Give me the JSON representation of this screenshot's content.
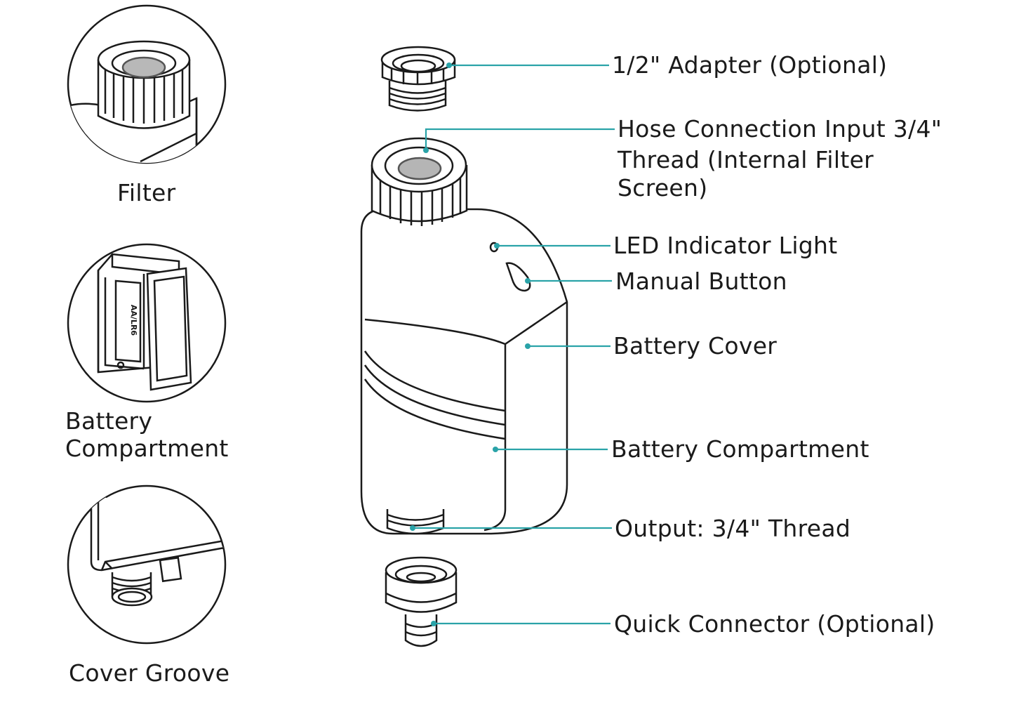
{
  "accent_color": "#2aa3a8",
  "line_color": "#1a1a1a",
  "insets": [
    {
      "caption_lines": [
        "Filter"
      ],
      "icon": "filter-detail"
    },
    {
      "caption_lines": [
        "Battery",
        "Compartment"
      ],
      "icon": "battery-compartment-detail"
    },
    {
      "caption_lines": [
        "Cover Groove"
      ],
      "icon": "cover-groove-detail"
    }
  ],
  "battery_marking": "AA/LR6",
  "callouts": [
    {
      "lines": [
        "1/2\" Adapter (Optional)"
      ]
    },
    {
      "lines": [
        "Hose Connection Input 3/4\"",
        "Thread (Internal Filter",
        "Screen)"
      ]
    },
    {
      "lines": [
        "LED Indicator Light"
      ]
    },
    {
      "lines": [
        "Manual Button"
      ]
    },
    {
      "lines": [
        "Battery Cover"
      ]
    },
    {
      "lines": [
        "Battery Compartment"
      ]
    },
    {
      "lines": [
        "Output: 3/4\" Thread"
      ]
    },
    {
      "lines": [
        "Quick Connector (Optional)"
      ]
    }
  ]
}
